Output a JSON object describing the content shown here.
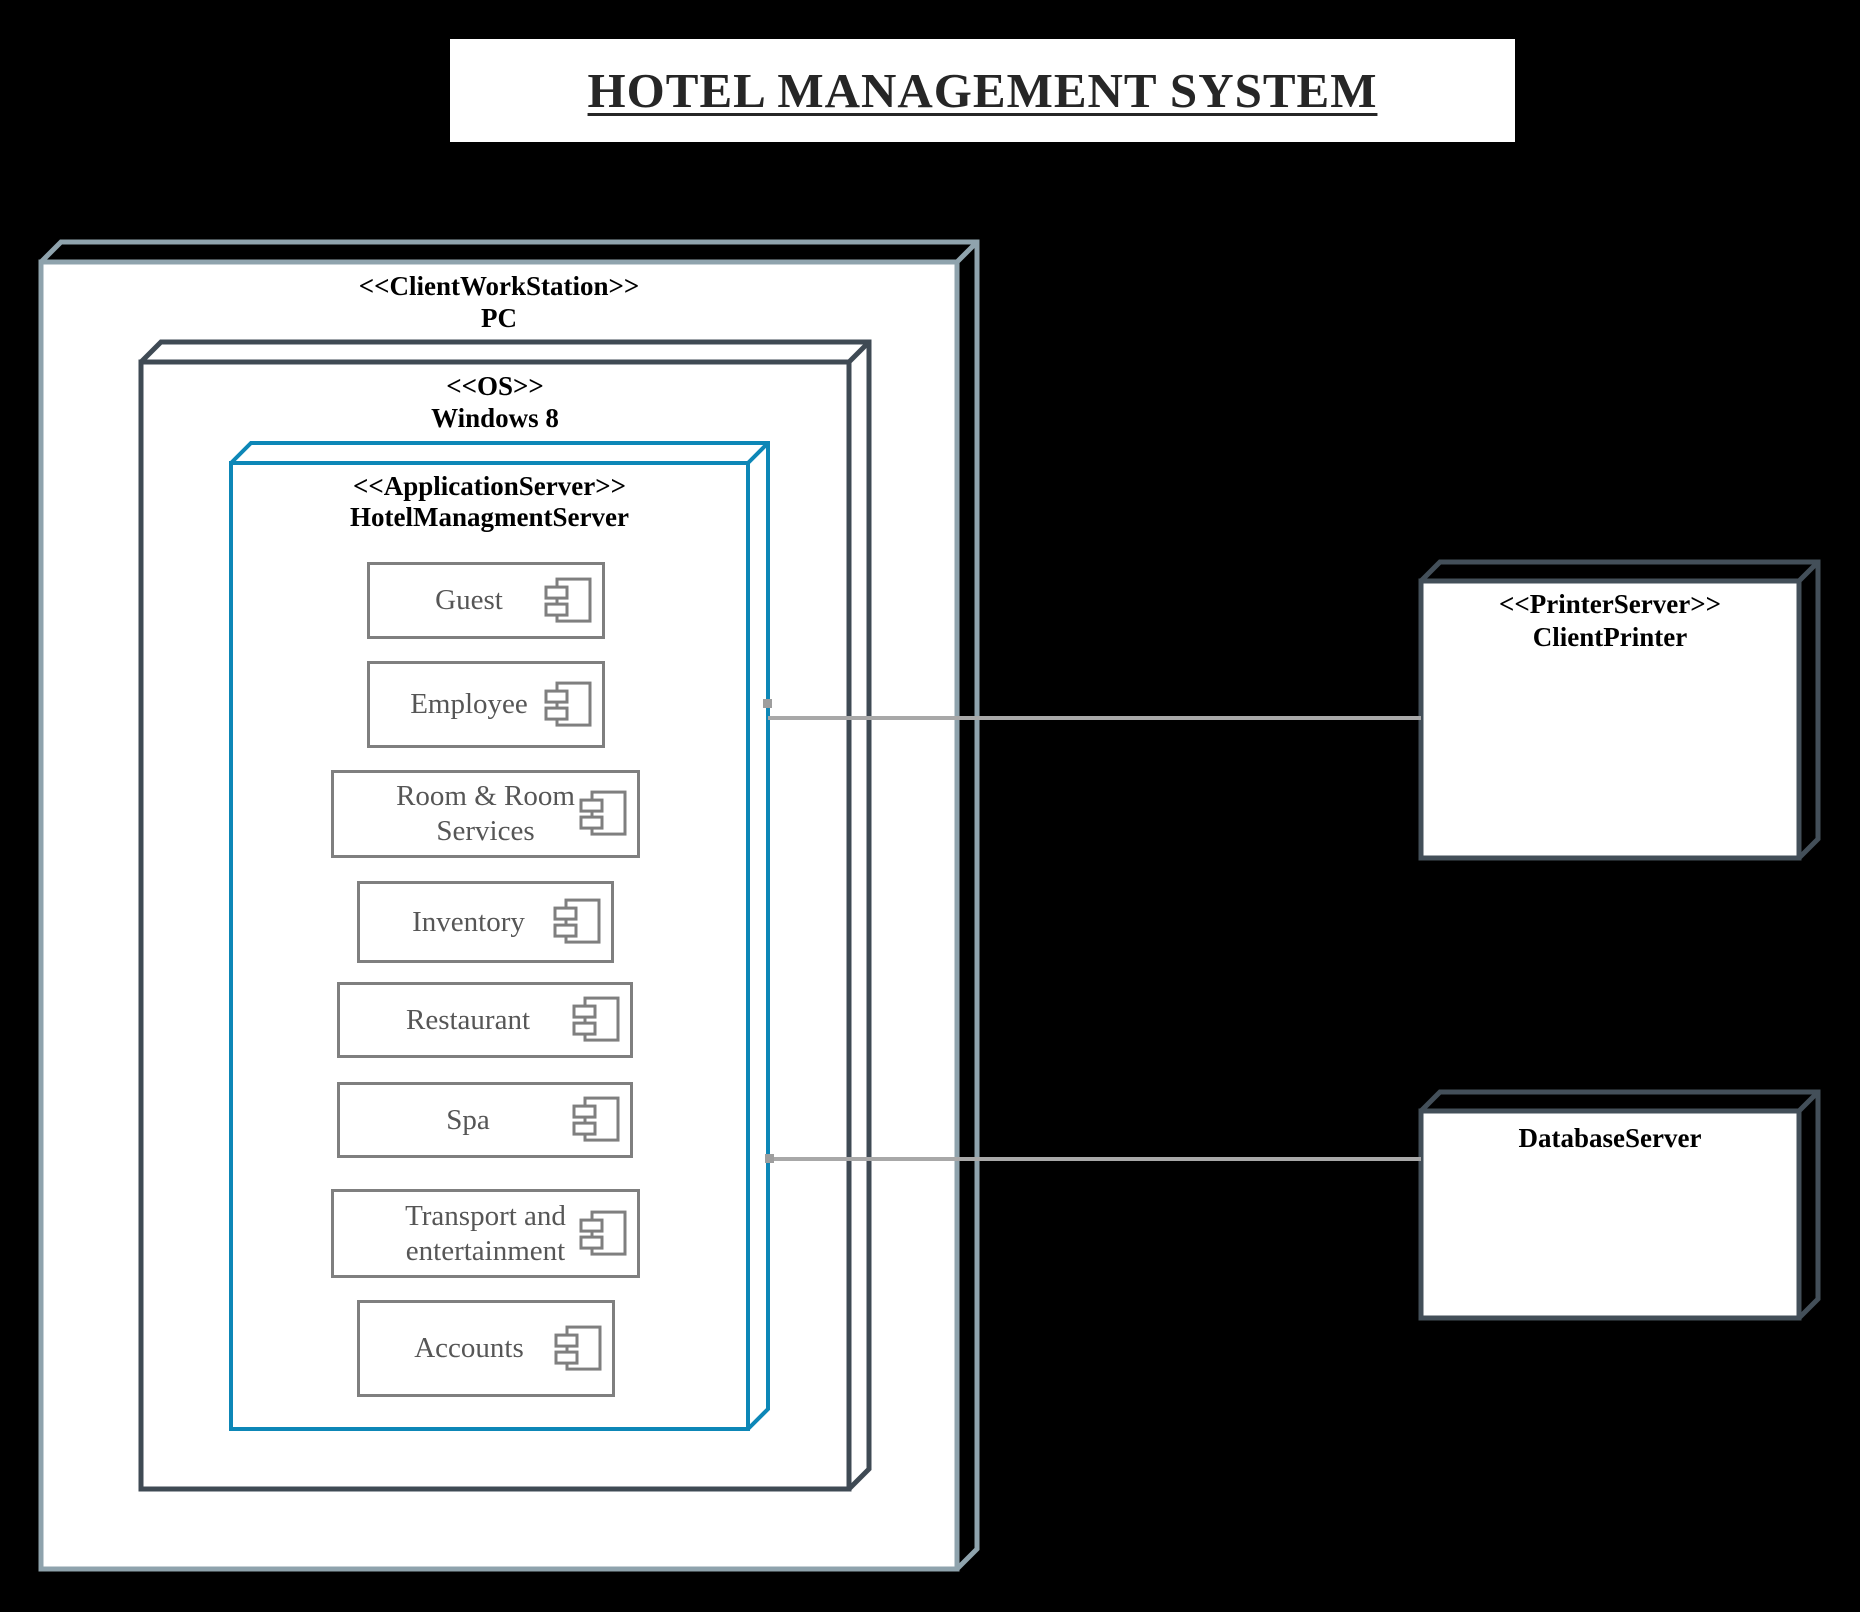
{
  "title": "HOTEL MANAGEMENT SYSTEM",
  "nodes": {
    "client_workstation": {
      "stereotype": "<<ClientWorkStation>>",
      "name": "PC"
    },
    "os": {
      "stereotype": "<<OS>>",
      "name": "Windows 8"
    },
    "app_server": {
      "stereotype": "<<ApplicationServer>>",
      "name": "HotelManagmentServer"
    },
    "printer_server": {
      "stereotype": "<<PrinterServer>>",
      "name": "ClientPrinter"
    },
    "database_server": {
      "name": "DatabaseServer"
    }
  },
  "components": [
    {
      "label": "Guest"
    },
    {
      "label": "Employee"
    },
    {
      "label": "Room & Room\nServices"
    },
    {
      "label": "Inventory"
    },
    {
      "label": "Restaurant"
    },
    {
      "label": "Spa"
    },
    {
      "label": "Transport and\nentertainment"
    },
    {
      "label": "Accounts"
    }
  ],
  "links": [
    {
      "from": "HotelManagmentServer",
      "to": "ClientPrinter"
    },
    {
      "from": "HotelManagmentServer",
      "to": "DatabaseServer"
    }
  ],
  "colors": {
    "background": "#000000",
    "workstation_border": "#8fa3ad",
    "os_border": "#3f4a54",
    "app_server_border": "#0d87b7",
    "server_border": "#434f59",
    "component_border": "#7f7f7f",
    "component_text": "#565656",
    "connector": "#a8a8a8",
    "title_text": "#262626",
    "node_fill": "#ffffff"
  }
}
